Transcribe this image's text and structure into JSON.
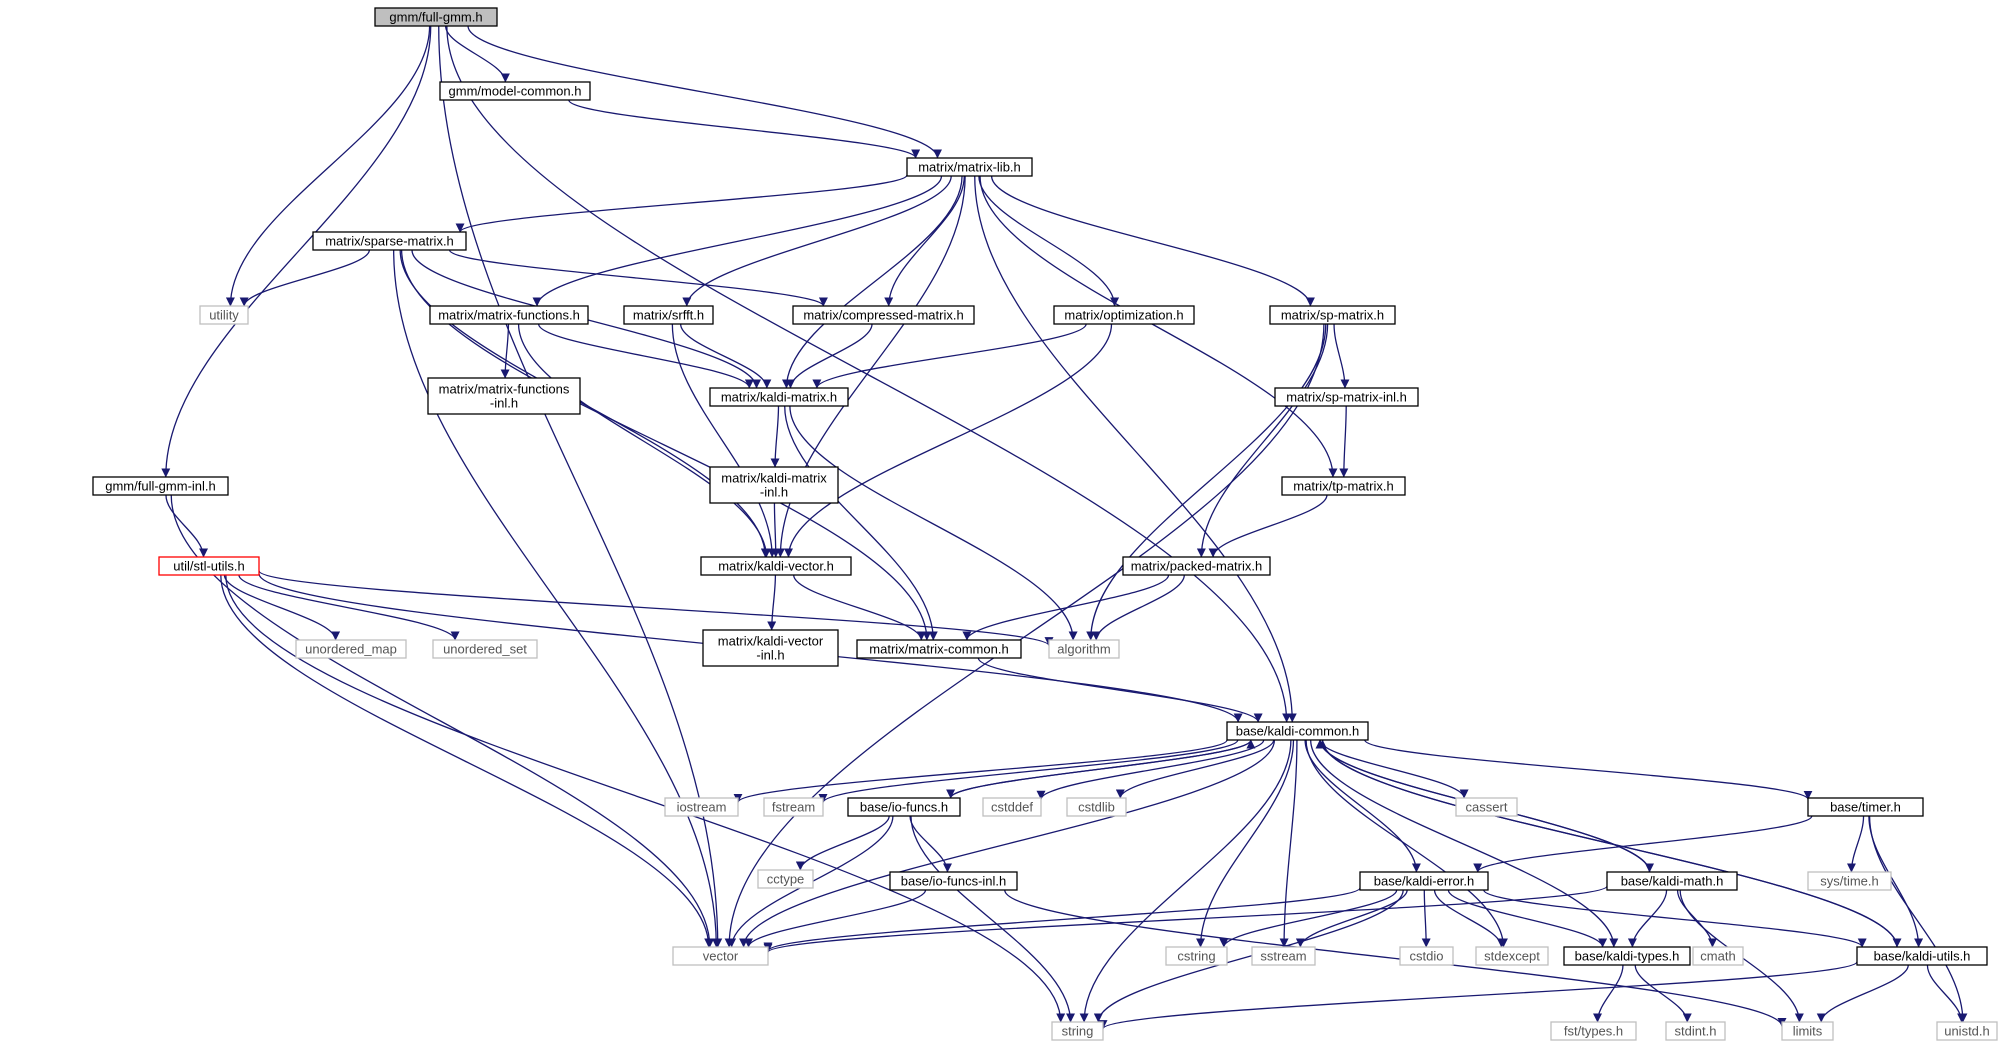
{
  "colors": {
    "edge": "#191970",
    "node_border": "#000000",
    "system_border": "#bfbfbf",
    "system_text": "#555555",
    "root_fill": "#bfbfbf",
    "highlight_border": "#ff0000"
  },
  "nodes": [
    {
      "id": "full_gmm",
      "lines": [
        "gmm/full-gmm.h"
      ],
      "style": "root"
    },
    {
      "id": "model_common",
      "lines": [
        "gmm/model-common.h"
      ],
      "style": "doc"
    },
    {
      "id": "matrix_lib",
      "lines": [
        "matrix/matrix-lib.h"
      ],
      "style": "doc"
    },
    {
      "id": "sparse_matrix",
      "lines": [
        "matrix/sparse-matrix.h"
      ],
      "style": "doc"
    },
    {
      "id": "utility",
      "lines": [
        "utility"
      ],
      "style": "system"
    },
    {
      "id": "matrix_functions",
      "lines": [
        "matrix/matrix-functions.h"
      ],
      "style": "doc"
    },
    {
      "id": "srfft",
      "lines": [
        "matrix/srfft.h"
      ],
      "style": "doc"
    },
    {
      "id": "compressed_matrix",
      "lines": [
        "matrix/compressed-matrix.h"
      ],
      "style": "doc"
    },
    {
      "id": "optimization",
      "lines": [
        "matrix/optimization.h"
      ],
      "style": "doc"
    },
    {
      "id": "sp_matrix",
      "lines": [
        "matrix/sp-matrix.h"
      ],
      "style": "doc"
    },
    {
      "id": "matrix_functions_inl",
      "lines": [
        "matrix/matrix-functions",
        "-inl.h"
      ],
      "style": "doc"
    },
    {
      "id": "kaldi_matrix",
      "lines": [
        "matrix/kaldi-matrix.h"
      ],
      "style": "doc"
    },
    {
      "id": "sp_matrix_inl",
      "lines": [
        "matrix/sp-matrix-inl.h"
      ],
      "style": "doc"
    },
    {
      "id": "full_gmm_inl",
      "lines": [
        "gmm/full-gmm-inl.h"
      ],
      "style": "doc"
    },
    {
      "id": "kaldi_matrix_inl",
      "lines": [
        "matrix/kaldi-matrix",
        "-inl.h"
      ],
      "style": "doc"
    },
    {
      "id": "tp_matrix",
      "lines": [
        "matrix/tp-matrix.h"
      ],
      "style": "doc"
    },
    {
      "id": "stl_utils",
      "lines": [
        "util/stl-utils.h"
      ],
      "style": "highlight"
    },
    {
      "id": "kaldi_vector",
      "lines": [
        "matrix/kaldi-vector.h"
      ],
      "style": "doc"
    },
    {
      "id": "packed_matrix",
      "lines": [
        "matrix/packed-matrix.h"
      ],
      "style": "doc"
    },
    {
      "id": "unordered_map",
      "lines": [
        "unordered_map"
      ],
      "style": "system"
    },
    {
      "id": "unordered_set",
      "lines": [
        "unordered_set"
      ],
      "style": "system"
    },
    {
      "id": "kaldi_vector_inl",
      "lines": [
        "matrix/kaldi-vector",
        "-inl.h"
      ],
      "style": "doc"
    },
    {
      "id": "matrix_common",
      "lines": [
        "matrix/matrix-common.h"
      ],
      "style": "doc"
    },
    {
      "id": "algorithm",
      "lines": [
        "algorithm"
      ],
      "style": "system"
    },
    {
      "id": "kaldi_common",
      "lines": [
        "base/kaldi-common.h"
      ],
      "style": "doc"
    },
    {
      "id": "iostream",
      "lines": [
        "iostream"
      ],
      "style": "system"
    },
    {
      "id": "fstream",
      "lines": [
        "fstream"
      ],
      "style": "system"
    },
    {
      "id": "io_funcs",
      "lines": [
        "base/io-funcs.h"
      ],
      "style": "doc"
    },
    {
      "id": "cstddef",
      "lines": [
        "cstddef"
      ],
      "style": "system"
    },
    {
      "id": "cstdlib",
      "lines": [
        "cstdlib"
      ],
      "style": "system"
    },
    {
      "id": "cassert",
      "lines": [
        "cassert"
      ],
      "style": "system"
    },
    {
      "id": "timer",
      "lines": [
        "base/timer.h"
      ],
      "style": "doc"
    },
    {
      "id": "cctype",
      "lines": [
        "cctype"
      ],
      "style": "system"
    },
    {
      "id": "io_funcs_inl",
      "lines": [
        "base/io-funcs-inl.h"
      ],
      "style": "doc"
    },
    {
      "id": "kaldi_error",
      "lines": [
        "base/kaldi-error.h"
      ],
      "style": "doc"
    },
    {
      "id": "kaldi_math",
      "lines": [
        "base/kaldi-math.h"
      ],
      "style": "doc"
    },
    {
      "id": "sys_time",
      "lines": [
        "sys/time.h"
      ],
      "style": "system"
    },
    {
      "id": "vector",
      "lines": [
        "vector"
      ],
      "style": "system"
    },
    {
      "id": "cstring",
      "lines": [
        "cstring"
      ],
      "style": "system"
    },
    {
      "id": "sstream",
      "lines": [
        "sstream"
      ],
      "style": "system"
    },
    {
      "id": "cstdio",
      "lines": [
        "cstdio"
      ],
      "style": "system"
    },
    {
      "id": "stdexcept",
      "lines": [
        "stdexcept"
      ],
      "style": "system"
    },
    {
      "id": "kaldi_types",
      "lines": [
        "base/kaldi-types.h"
      ],
      "style": "doc"
    },
    {
      "id": "cmath",
      "lines": [
        "cmath"
      ],
      "style": "system"
    },
    {
      "id": "kaldi_utils",
      "lines": [
        "base/kaldi-utils.h"
      ],
      "style": "doc"
    },
    {
      "id": "string",
      "lines": [
        "string"
      ],
      "style": "system"
    },
    {
      "id": "fst_types",
      "lines": [
        "fst/types.h"
      ],
      "style": "system"
    },
    {
      "id": "stdint",
      "lines": [
        "stdint.h"
      ],
      "style": "system"
    },
    {
      "id": "limits",
      "lines": [
        "limits"
      ],
      "style": "system"
    },
    {
      "id": "unistd",
      "lines": [
        "unistd.h"
      ],
      "style": "system"
    }
  ],
  "edges": [
    [
      "full_gmm",
      "model_common"
    ],
    [
      "full_gmm",
      "matrix_lib"
    ],
    [
      "full_gmm",
      "utility"
    ],
    [
      "full_gmm",
      "full_gmm_inl"
    ],
    [
      "full_gmm",
      "vector"
    ],
    [
      "full_gmm",
      "kaldi_common"
    ],
    [
      "model_common",
      "matrix_lib"
    ],
    [
      "matrix_lib",
      "sparse_matrix"
    ],
    [
      "matrix_lib",
      "matrix_functions"
    ],
    [
      "matrix_lib",
      "srfft"
    ],
    [
      "matrix_lib",
      "compressed_matrix"
    ],
    [
      "matrix_lib",
      "optimization"
    ],
    [
      "matrix_lib",
      "sp_matrix"
    ],
    [
      "matrix_lib",
      "kaldi_matrix"
    ],
    [
      "matrix_lib",
      "kaldi_vector"
    ],
    [
      "matrix_lib",
      "tp_matrix"
    ],
    [
      "matrix_lib",
      "kaldi_common"
    ],
    [
      "sparse_matrix",
      "utility"
    ],
    [
      "sparse_matrix",
      "compressed_matrix"
    ],
    [
      "sparse_matrix",
      "kaldi_matrix"
    ],
    [
      "sparse_matrix",
      "kaldi_vector"
    ],
    [
      "sparse_matrix",
      "matrix_common"
    ],
    [
      "sparse_matrix",
      "vector"
    ],
    [
      "matrix_functions",
      "matrix_functions_inl"
    ],
    [
      "matrix_functions",
      "kaldi_matrix"
    ],
    [
      "matrix_functions",
      "kaldi_vector"
    ],
    [
      "srfft",
      "kaldi_matrix"
    ],
    [
      "srfft",
      "kaldi_vector"
    ],
    [
      "compressed_matrix",
      "kaldi_matrix"
    ],
    [
      "optimization",
      "kaldi_matrix"
    ],
    [
      "optimization",
      "kaldi_vector"
    ],
    [
      "sp_matrix",
      "sp_matrix_inl"
    ],
    [
      "sp_matrix",
      "packed_matrix"
    ],
    [
      "sp_matrix",
      "algorithm"
    ],
    [
      "sp_matrix",
      "vector"
    ],
    [
      "sp_matrix_inl",
      "tp_matrix"
    ],
    [
      "tp_matrix",
      "packed_matrix"
    ],
    [
      "kaldi_matrix",
      "kaldi_matrix_inl"
    ],
    [
      "kaldi_matrix",
      "matrix_common"
    ],
    [
      "kaldi_matrix",
      "algorithm"
    ],
    [
      "kaldi_matrix_inl",
      "kaldi_vector"
    ],
    [
      "kaldi_vector",
      "kaldi_vector_inl"
    ],
    [
      "kaldi_vector",
      "matrix_common"
    ],
    [
      "packed_matrix",
      "matrix_common"
    ],
    [
      "packed_matrix",
      "algorithm"
    ],
    [
      "full_gmm_inl",
      "stl_utils"
    ],
    [
      "full_gmm_inl",
      "vector"
    ],
    [
      "stl_utils",
      "unordered_map"
    ],
    [
      "stl_utils",
      "unordered_set"
    ],
    [
      "stl_utils",
      "algorithm"
    ],
    [
      "stl_utils",
      "kaldi_common"
    ],
    [
      "stl_utils",
      "vector"
    ],
    [
      "stl_utils",
      "string"
    ],
    [
      "matrix_common",
      "kaldi_common"
    ],
    [
      "kaldi_common",
      "iostream"
    ],
    [
      "kaldi_common",
      "fstream"
    ],
    [
      "kaldi_common",
      "io_funcs"
    ],
    [
      "kaldi_common",
      "cstddef"
    ],
    [
      "kaldi_common",
      "cstdlib"
    ],
    [
      "kaldi_common",
      "cassert"
    ],
    [
      "kaldi_common",
      "timer"
    ],
    [
      "kaldi_common",
      "kaldi_error"
    ],
    [
      "kaldi_common",
      "kaldi_math"
    ],
    [
      "kaldi_common",
      "vector"
    ],
    [
      "kaldi_common",
      "cstring"
    ],
    [
      "kaldi_common",
      "sstream"
    ],
    [
      "kaldi_common",
      "stdexcept"
    ],
    [
      "kaldi_common",
      "kaldi_types"
    ],
    [
      "kaldi_common",
      "kaldi_utils"
    ],
    [
      "kaldi_common",
      "string"
    ],
    [
      "io_funcs",
      "kaldi_common"
    ],
    [
      "io_funcs",
      "cctype"
    ],
    [
      "io_funcs",
      "io_funcs_inl"
    ],
    [
      "io_funcs",
      "vector"
    ],
    [
      "io_funcs",
      "string"
    ],
    [
      "io_funcs_inl",
      "vector"
    ],
    [
      "io_funcs_inl",
      "limits"
    ],
    [
      "timer",
      "kaldi_error"
    ],
    [
      "timer",
      "sys_time"
    ],
    [
      "timer",
      "kaldi_utils"
    ],
    [
      "timer",
      "unistd"
    ],
    [
      "kaldi_error",
      "vector"
    ],
    [
      "kaldi_error",
      "cstring"
    ],
    [
      "kaldi_error",
      "sstream"
    ],
    [
      "kaldi_error",
      "cstdio"
    ],
    [
      "kaldi_error",
      "stdexcept"
    ],
    [
      "kaldi_error",
      "kaldi_types"
    ],
    [
      "kaldi_error",
      "kaldi_utils"
    ],
    [
      "kaldi_error",
      "string"
    ],
    [
      "kaldi_math",
      "kaldi_common"
    ],
    [
      "kaldi_math",
      "kaldi_types"
    ],
    [
      "kaldi_math",
      "cmath"
    ],
    [
      "kaldi_math",
      "limits"
    ],
    [
      "kaldi_math",
      "vector"
    ],
    [
      "kaldi_utils",
      "kaldi_common"
    ],
    [
      "kaldi_utils",
      "string"
    ],
    [
      "kaldi_utils",
      "limits"
    ],
    [
      "kaldi_utils",
      "unistd"
    ],
    [
      "kaldi_types",
      "fst_types"
    ],
    [
      "kaldi_types",
      "stdint"
    ]
  ]
}
